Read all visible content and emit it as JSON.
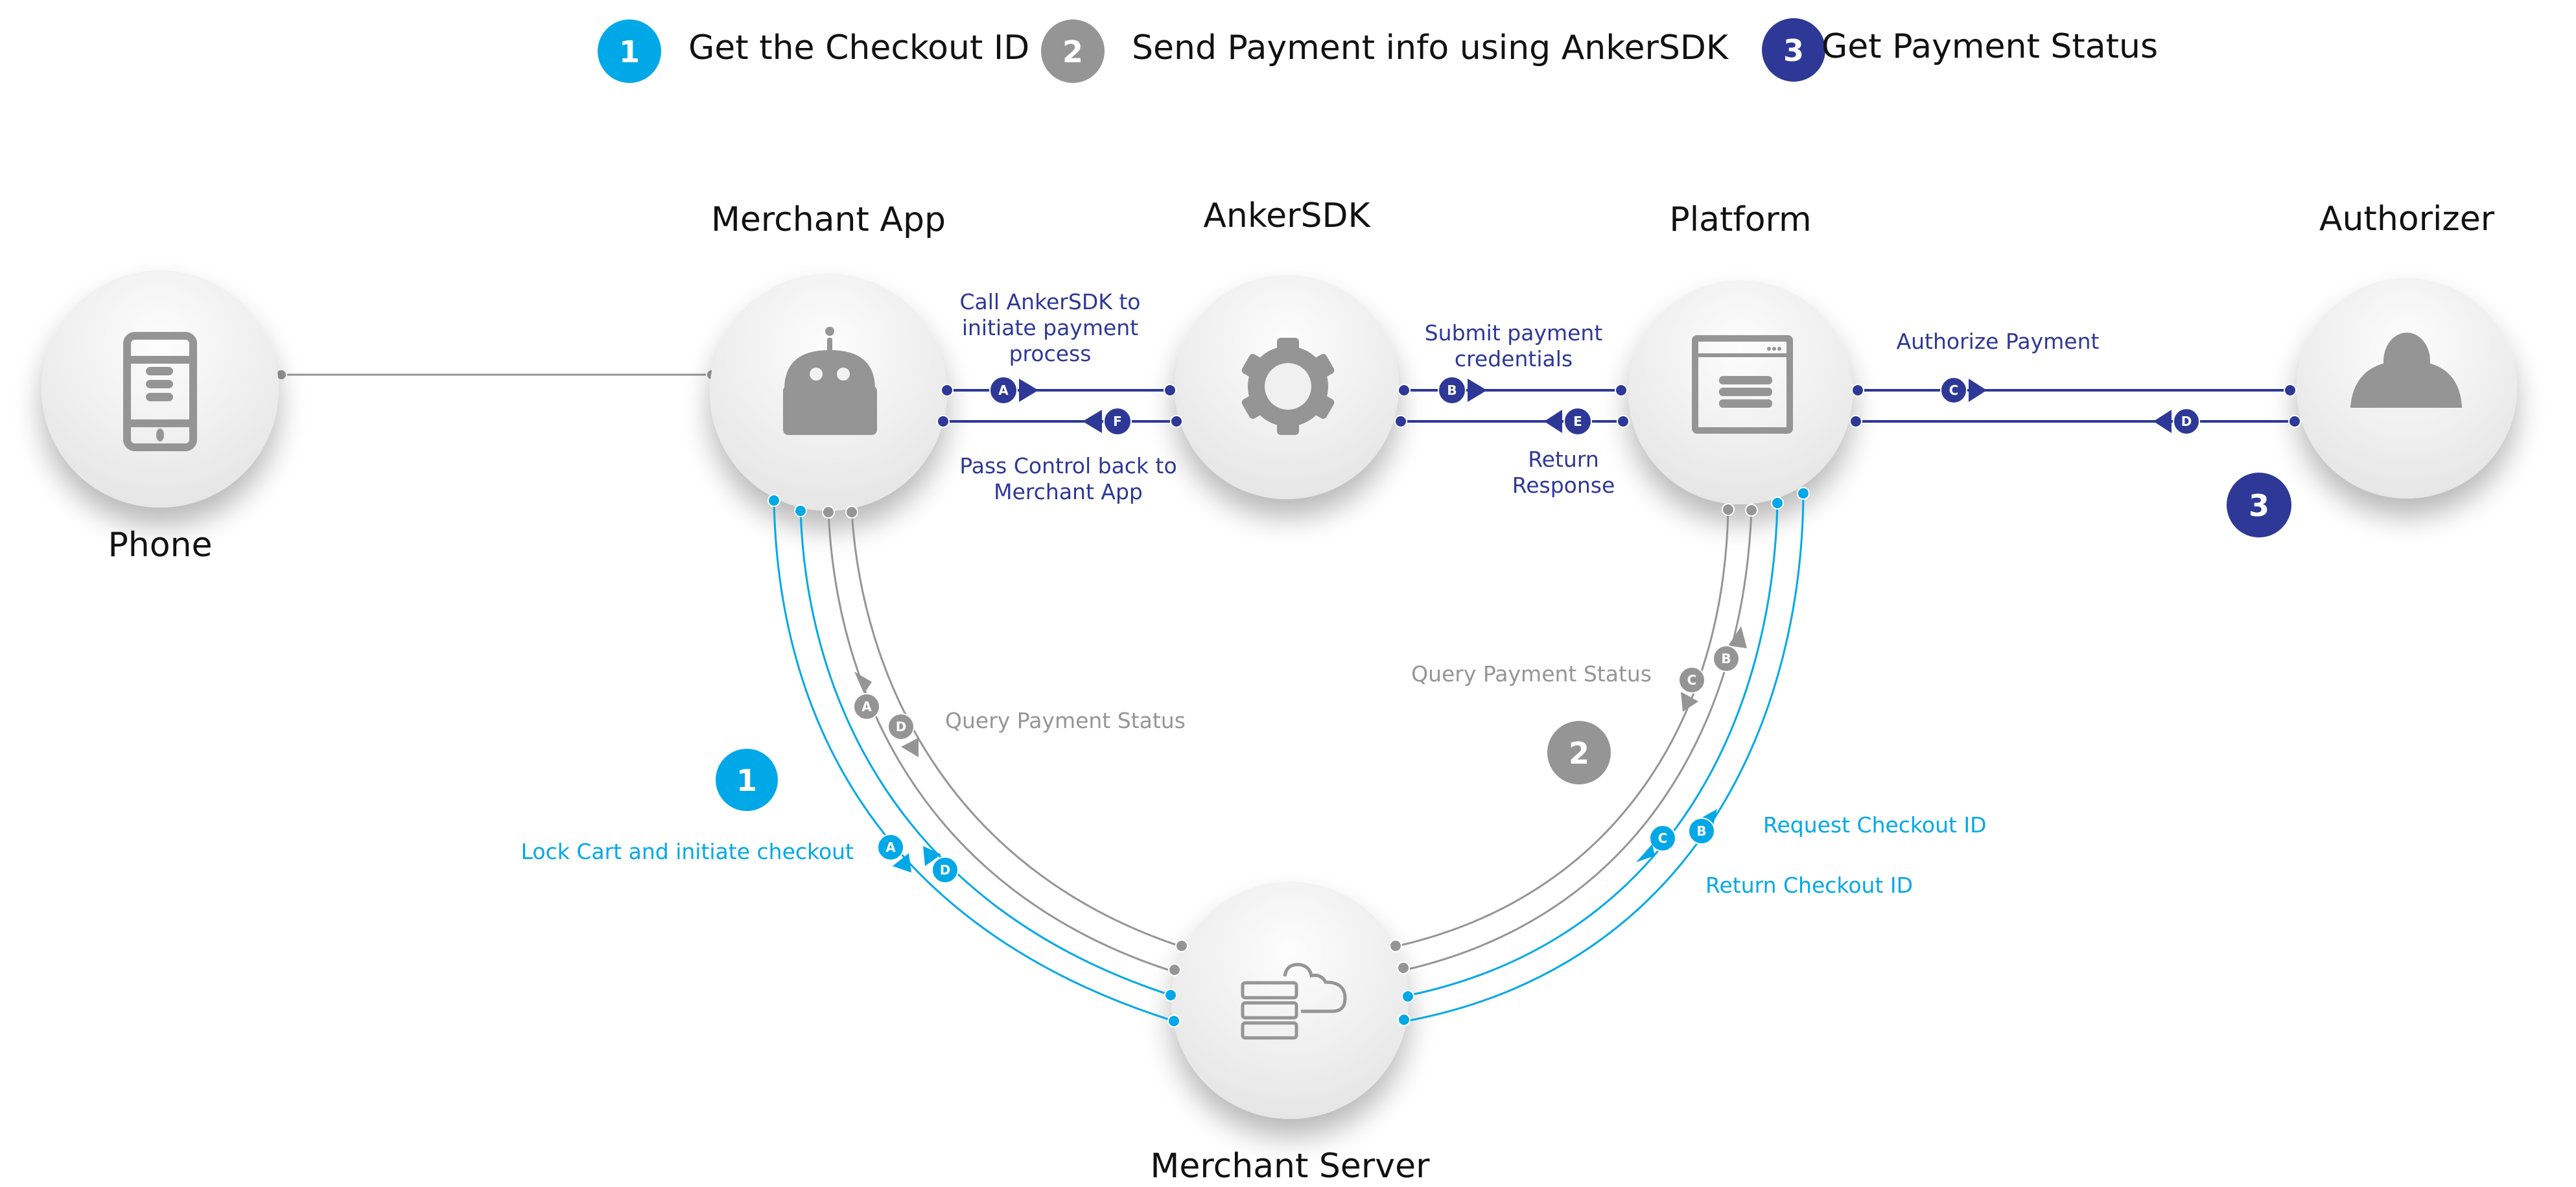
{
  "colors": {
    "step1": "#00a8e8",
    "step2": "#959595",
    "step3": "#2e3896",
    "icon": "#959595",
    "node_fill_top": "#fbfbfb",
    "node_fill_bottom": "#e8e8e8"
  },
  "legend": [
    {
      "number": "1",
      "label": "Get the Checkout ID",
      "color_key": "step1"
    },
    {
      "number": "2",
      "label": "Send Payment info using AnkerSDK",
      "color_key": "step2"
    },
    {
      "number": "3",
      "label": "Get Payment Status",
      "color_key": "step3"
    }
  ],
  "nodes": {
    "phone": {
      "title": "Phone",
      "icon": "mobile-phone-icon"
    },
    "merchant_app": {
      "title": "Merchant App",
      "icon": "robot-icon"
    },
    "ankersdk": {
      "title": "AnkerSDK",
      "icon": "gear-icon"
    },
    "platform": {
      "title": "Platform",
      "icon": "browser-window-icon"
    },
    "authorizer": {
      "title": "Authorizer",
      "icon": "user-icon"
    },
    "merchant_server": {
      "title": "Merchant Server",
      "icon": "server-cloud-icon"
    }
  },
  "flows": {
    "app_sdk": {
      "top_label": [
        "Call AnkerSDK to",
        "initiate payment",
        "process"
      ],
      "forward_tag": "A",
      "bottom_label": [
        "Pass Control back to",
        "Merchant App"
      ],
      "return_tag": "F"
    },
    "sdk_platform": {
      "top_label": [
        "Submit payment",
        "credentials"
      ],
      "forward_tag": "B",
      "bottom_label": [
        "Return",
        "Response"
      ],
      "return_tag": "E"
    },
    "platform_authorizer": {
      "top_label": [
        "Authorize Payment"
      ],
      "forward_tag": "C",
      "return_tag": "D"
    },
    "left_arc": {
      "cyan_label": "Lock Cart and initiate checkout",
      "cyan_tags": [
        "A",
        "D"
      ],
      "gray_label": "Query Payment Status",
      "gray_tags": [
        "A",
        "D"
      ]
    },
    "right_arc": {
      "gray_label": "Query Payment Status",
      "gray_tags": [
        "C",
        "B"
      ],
      "cyan_label_request": "Request Checkout ID",
      "cyan_label_return": "Return Checkout ID",
      "cyan_tags": [
        "C",
        "B"
      ]
    }
  },
  "step_badges": {
    "step1": "1",
    "step2": "2",
    "step3": "3"
  }
}
